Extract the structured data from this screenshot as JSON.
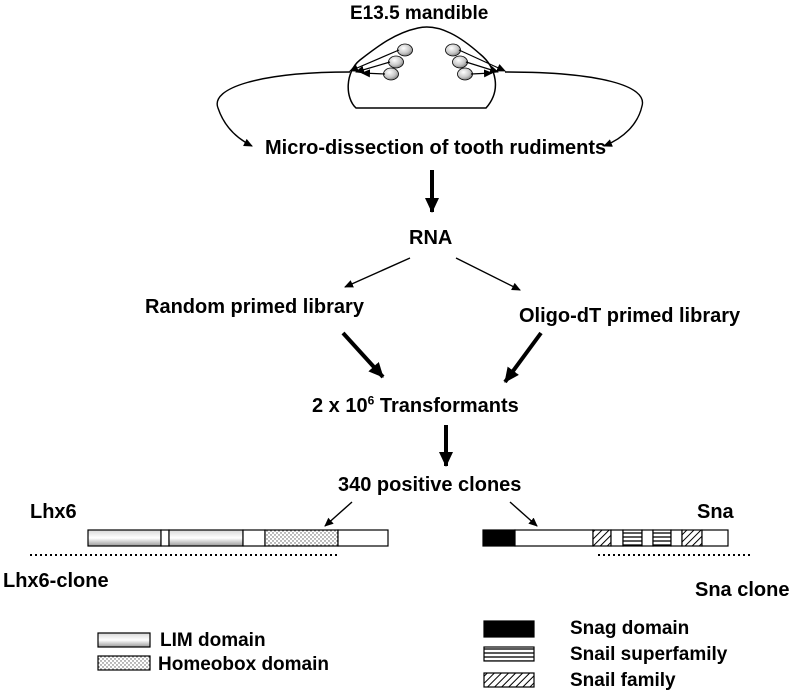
{
  "labels": {
    "top": "E13.5 mandible",
    "microdissection": "Micro-dissection of  tooth rudiments",
    "rna": "RNA",
    "random_library": "Random primed library",
    "oligo_library": "Oligo-dT primed library",
    "transformants_prefix": "2 x 10",
    "transformants_exp": "6",
    "transformants_suffix": " Transformants",
    "positive_clones": "340 positive clones",
    "lhx6": "Lhx6",
    "lhx6_clone": "Lhx6-clone",
    "sna": "Sna",
    "sna_clone": "Sna clone"
  },
  "legend": {
    "lim": "LIM domain",
    "homeobox": "Homeobox domain",
    "snag": "Snag domain",
    "snail_superfamily": "Snail superfamily",
    "snail_family": "Snail family"
  },
  "colors": {
    "stroke": "#000000",
    "background": "#ffffff"
  }
}
